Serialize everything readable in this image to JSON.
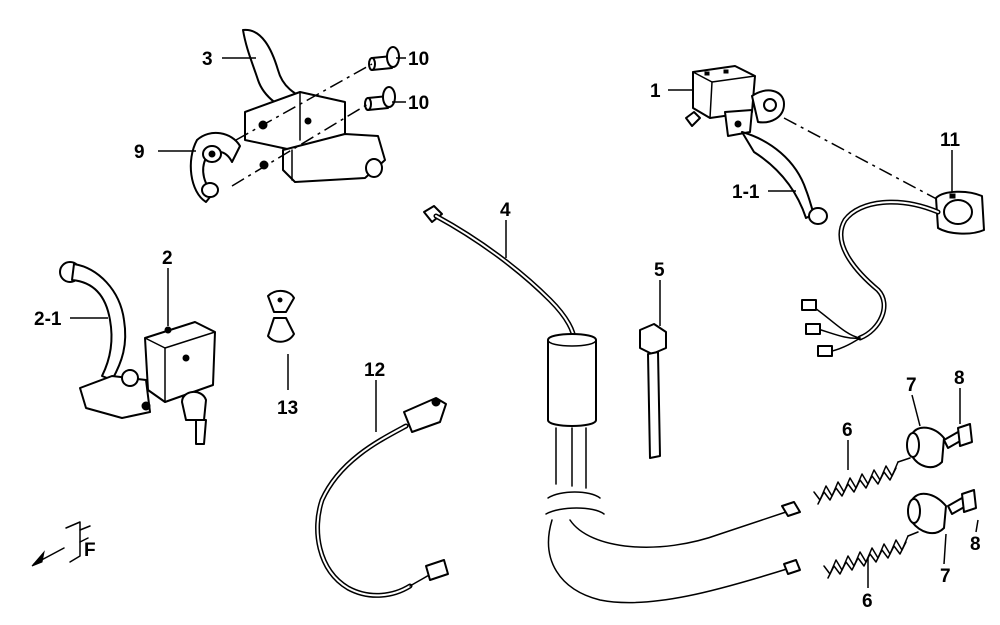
{
  "callouts": {
    "c1": "1",
    "c1_1": "1-1",
    "c2": "2",
    "c2_1": "2-1",
    "c3": "3",
    "c4": "4",
    "c5": "5",
    "c6a": "6",
    "c6b": "6",
    "c7a": "7",
    "c7b": "7",
    "c8a": "8",
    "c8b": "8",
    "c9": "9",
    "c10a": "10",
    "c10b": "10",
    "c11": "11",
    "c12": "12",
    "c13": "13"
  },
  "front_indicator": {
    "letter": "F",
    "icon": "front-direction-arrow-icon"
  },
  "colors": {
    "line": "#000000",
    "background": "#ffffff"
  }
}
